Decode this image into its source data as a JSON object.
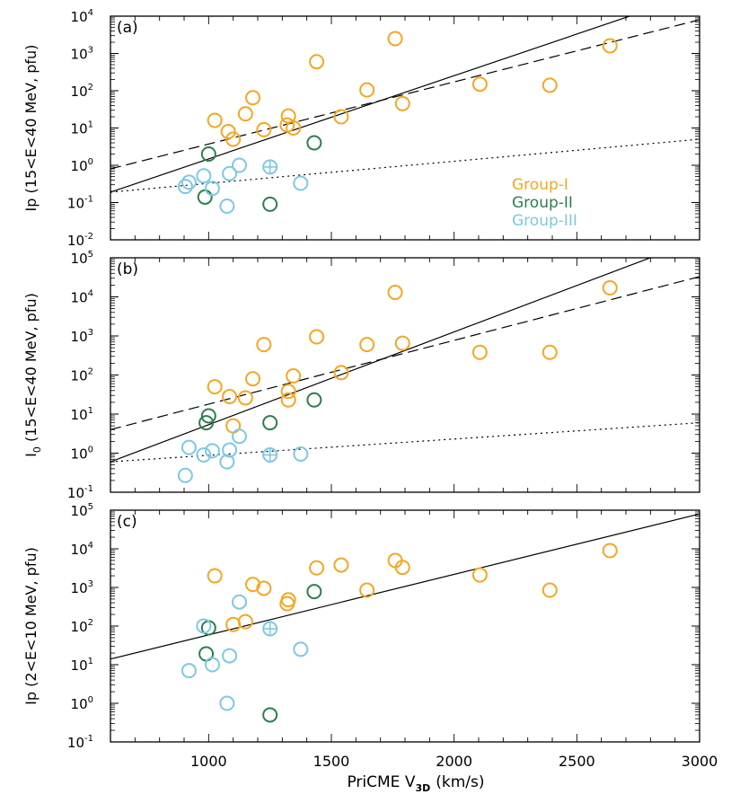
{
  "figure": {
    "xlabel_main": "PriCME V",
    "xlabel_sub": "3D",
    "xlabel_unit": "(km/s)",
    "xticks": [
      "1000",
      "1500",
      "2000",
      "2500",
      "3000"
    ],
    "legend": [
      {
        "label": "Group-I",
        "color": "#f5a623"
      },
      {
        "label": "Group-II",
        "color": "#2e7d4f"
      },
      {
        "label": "Group-III",
        "color": "#7ec8e3"
      }
    ]
  },
  "chart_data": [
    {
      "type": "scatter",
      "panel": "(a)",
      "ylabel": "Ip (15<E<40 MeV, pfu)",
      "yscale": "log",
      "xlim": [
        600,
        3000
      ],
      "ylim_exp": [
        -2,
        4
      ],
      "yticks": [
        {
          "b": "10",
          "e": "-2"
        },
        {
          "b": "10",
          "e": "-1"
        },
        {
          "b": "10",
          "e": "0"
        },
        {
          "b": "10",
          "e": "1"
        },
        {
          "b": "10",
          "e": "2"
        },
        {
          "b": "10",
          "e": "3"
        },
        {
          "b": "10",
          "e": "4"
        }
      ],
      "legend_placement": "right",
      "series": [
        {
          "name": "Group-I",
          "color": "#f5a623",
          "points": [
            [
              1025,
              16
            ],
            [
              1080,
              8
            ],
            [
              1100,
              5
            ],
            [
              1150,
              24
            ],
            [
              1180,
              65
            ],
            [
              1225,
              9
            ],
            [
              1325,
              21
            ],
            [
              1320,
              12
            ],
            [
              1345,
              10
            ],
            [
              1440,
              600
            ],
            [
              1540,
              20
            ],
            [
              1645,
              105
            ],
            [
              1760,
              2500
            ],
            [
              1790,
              45
            ],
            [
              2105,
              150
            ],
            [
              2390,
              140
            ],
            [
              2635,
              1600
            ]
          ]
        },
        {
          "name": "Group-II",
          "color": "#2e7d4f",
          "points": [
            [
              1000,
              2
            ],
            [
              985,
              0.14
            ],
            [
              1250,
              0.09
            ],
            [
              1430,
              4
            ]
          ]
        },
        {
          "name": "Group-III",
          "color": "#7ec8e3",
          "points": [
            [
              905,
              0.27
            ],
            [
              920,
              0.35
            ],
            [
              980,
              0.52
            ],
            [
              1015,
              0.24
            ],
            [
              1075,
              0.08
            ],
            [
              1085,
              0.6
            ],
            [
              1125,
              1
            ],
            [
              1250,
              0.9,
              "cross"
            ],
            [
              1375,
              0.33
            ]
          ]
        }
      ],
      "fits": [
        {
          "style": "solid",
          "x": [
            600,
            2850
          ],
          "y": [
            0.19,
            20000
          ]
        },
        {
          "style": "dashed",
          "x": [
            600,
            3000
          ],
          "y": [
            0.8,
            8000
          ]
        },
        {
          "style": "dotted",
          "x": [
            600,
            3000
          ],
          "y": [
            0.19,
            5
          ]
        }
      ]
    },
    {
      "type": "scatter",
      "panel": "(b)",
      "ylabel_main": "I",
      "ylabel_sub": "0",
      "ylabel_rest": " (15<E<40 MeV, pfu)",
      "yscale": "log",
      "xlim": [
        600,
        3000
      ],
      "ylim_exp": [
        -1,
        5
      ],
      "yticks": [
        {
          "b": "10",
          "e": "-1"
        },
        {
          "b": "10",
          "e": "0"
        },
        {
          "b": "10",
          "e": "1"
        },
        {
          "b": "10",
          "e": "2"
        },
        {
          "b": "10",
          "e": "3"
        },
        {
          "b": "10",
          "e": "4"
        },
        {
          "b": "10",
          "e": "5"
        }
      ],
      "series": [
        {
          "name": "Group-I",
          "color": "#f5a623",
          "points": [
            [
              1025,
              50
            ],
            [
              1085,
              28
            ],
            [
              1100,
              5
            ],
            [
              1150,
              26
            ],
            [
              1180,
              80
            ],
            [
              1225,
              600
            ],
            [
              1325,
              38
            ],
            [
              1325,
              23
            ],
            [
              1345,
              95
            ],
            [
              1440,
              950
            ],
            [
              1540,
              115
            ],
            [
              1645,
              600
            ],
            [
              1760,
              13000
            ],
            [
              1790,
              650
            ],
            [
              2105,
              380
            ],
            [
              2390,
              380
            ],
            [
              2635,
              17000
            ]
          ]
        },
        {
          "name": "Group-II",
          "color": "#2e7d4f",
          "points": [
            [
              1000,
              9
            ],
            [
              990,
              6
            ],
            [
              1250,
              6
            ],
            [
              1430,
              23
            ]
          ]
        },
        {
          "name": "Group-III",
          "color": "#7ec8e3",
          "points": [
            [
              905,
              0.27
            ],
            [
              920,
              1.4
            ],
            [
              980,
              0.9
            ],
            [
              1015,
              1.15
            ],
            [
              1075,
              0.6
            ],
            [
              1085,
              1.2
            ],
            [
              1125,
              2.7
            ],
            [
              1250,
              0.9,
              "cross"
            ],
            [
              1375,
              0.95
            ]
          ]
        }
      ],
      "fits": [
        {
          "style": "solid",
          "x": [
            600,
            3000
          ],
          "y": [
            0.6,
            300000
          ]
        },
        {
          "style": "dashed",
          "x": [
            600,
            3000
          ],
          "y": [
            4,
            33000
          ]
        },
        {
          "style": "dotted",
          "x": [
            600,
            3000
          ],
          "y": [
            0.6,
            6
          ]
        }
      ]
    },
    {
      "type": "scatter",
      "panel": "(c)",
      "ylabel": "Ip (2<E<10 MeV, pfu)",
      "yscale": "log",
      "xlim": [
        600,
        3000
      ],
      "ylim_exp": [
        -1,
        5
      ],
      "yticks": [
        {
          "b": "10",
          "e": "-1"
        },
        {
          "b": "10",
          "e": "0"
        },
        {
          "b": "10",
          "e": "1"
        },
        {
          "b": "10",
          "e": "2"
        },
        {
          "b": "10",
          "e": "3"
        },
        {
          "b": "10",
          "e": "4"
        },
        {
          "b": "10",
          "e": "5"
        }
      ],
      "series": [
        {
          "name": "Group-I",
          "color": "#f5a623",
          "points": [
            [
              1025,
              2000
            ],
            [
              1100,
              110
            ],
            [
              1150,
              130
            ],
            [
              1180,
              1200
            ],
            [
              1225,
              950
            ],
            [
              1325,
              480
            ],
            [
              1320,
              380
            ],
            [
              1440,
              3200
            ],
            [
              1540,
              3800
            ],
            [
              1645,
              850
            ],
            [
              1760,
              5000
            ],
            [
              1790,
              3300
            ],
            [
              2105,
              2100
            ],
            [
              2390,
              850
            ],
            [
              2635,
              9000
            ]
          ]
        },
        {
          "name": "Group-II",
          "color": "#2e7d4f",
          "points": [
            [
              1000,
              90
            ],
            [
              990,
              19
            ],
            [
              1250,
              0.5
            ],
            [
              1430,
              780
            ]
          ]
        },
        {
          "name": "Group-III",
          "color": "#7ec8e3",
          "points": [
            [
              920,
              7
            ],
            [
              980,
              100
            ],
            [
              1015,
              10
            ],
            [
              1075,
              1
            ],
            [
              1085,
              17
            ],
            [
              1125,
              420
            ],
            [
              1250,
              85,
              "cross"
            ],
            [
              1375,
              25
            ]
          ]
        }
      ],
      "fits": [
        {
          "style": "solid",
          "x": [
            600,
            3000
          ],
          "y": [
            14,
            80000
          ]
        }
      ]
    }
  ]
}
